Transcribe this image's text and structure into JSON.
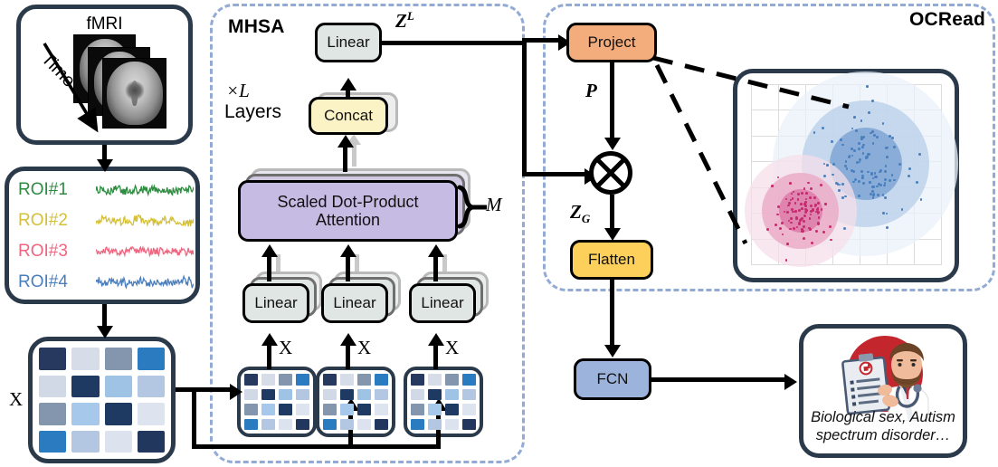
{
  "figure": {
    "title": "fMRI Transformer with MHSA and OCRead pipeline",
    "modules": [
      {
        "name": "MHSA",
        "label": "MHSA"
      },
      {
        "name": "OCRead",
        "label": "OCRead"
      }
    ]
  },
  "input_panel": {
    "name": "fmri-panel",
    "title": "fMRI",
    "time_axis_label": "Time",
    "slice_count": 3
  },
  "roi_panel": {
    "name": "roi-timeseries-panel",
    "rows": [
      {
        "label": "ROI#1",
        "color": "#2e8b40"
      },
      {
        "label": "ROI#2",
        "color": "#d4c03a"
      },
      {
        "label": "ROI#3",
        "color": "#ee6680"
      },
      {
        "label": "ROI#4",
        "color": "#4a7fbd"
      }
    ]
  },
  "matrix": {
    "name": "input-feature-matrix",
    "label": "X",
    "rows": 4,
    "cols": 4,
    "cells": [
      [
        "#27395e",
        "#d7dde8",
        "#8396ad",
        "#2a7bc0"
      ],
      [
        "#d2d9e6",
        "#1f3a62",
        "#9fc3e5",
        "#b4c7e2"
      ],
      [
        "#8396ad",
        "#a6c8ea",
        "#1f3a62",
        "#dde4ef"
      ],
      [
        "#2a7bc0",
        "#b4c7e2",
        "#dce3ee",
        "#22375d"
      ]
    ]
  },
  "mhsa": {
    "name": "mhsa-module",
    "title": "MHSA",
    "layers_multiplier": "×L",
    "layers_word": "Layers",
    "heads_label": "M",
    "output_label": "Z",
    "output_superscript": "L",
    "nodes": {
      "linear_top": "Linear",
      "concat": "Concat",
      "attention": "Scaled Dot-Product\nAttention",
      "attention_line1": "Scaled Dot-Product",
      "attention_line2": "Attention",
      "linear_heads": [
        "Linear",
        "Linear",
        "Linear"
      ]
    },
    "head_inputs": [
      {
        "label": "X"
      },
      {
        "label": "X"
      },
      {
        "label": "X"
      }
    ]
  },
  "ocread": {
    "name": "ocread-module",
    "title": "OCRead",
    "nodes": {
      "project": "Project",
      "flatten": "Flatten",
      "multiply": "multiply-operator"
    },
    "edge_labels": {
      "projection": "P",
      "graph_embedding": "Z",
      "graph_embedding_subscript": "G"
    },
    "scatter": {
      "name": "cluster-scatter-plot",
      "grid": true,
      "grid_cols": 7,
      "grid_rows": 7,
      "clusters": [
        {
          "name": "cluster-blue",
          "color": "#4a7fbd",
          "halo_colors": [
            "#eaf1fa",
            "#b9cfe9",
            "#7ea6d4"
          ],
          "cx": 0.6,
          "cy": 0.44,
          "r": 0.19,
          "n": 110
        },
        {
          "name": "cluster-pink",
          "color": "#c72a6e",
          "halo_colors": [
            "#f6dfe9",
            "#e9a8c4",
            "#dd7ba8"
          ],
          "cx": 0.26,
          "cy": 0.7,
          "r": 0.115,
          "n": 95
        }
      ]
    }
  },
  "classifier": {
    "name": "fcn-node",
    "label": "FCN"
  },
  "output_panel": {
    "name": "prediction-output-panel",
    "text_line1": "Biological sex, Autism",
    "text_line2": "spectrum disorder…",
    "illustration": "doctor-with-clipboard-icon",
    "accent_color": "#c4262e"
  },
  "colors": {
    "panel_border": "#2b3a4a",
    "module_dash": "#93abd4",
    "linear_fill": "#dfe6e3",
    "concat_fill": "#fbf3c6",
    "attention_fill": "#c6bbe3",
    "project_fill": "#f3ac7b",
    "flatten_fill": "#fcd05a",
    "fcn_fill": "#9cb4dc"
  }
}
